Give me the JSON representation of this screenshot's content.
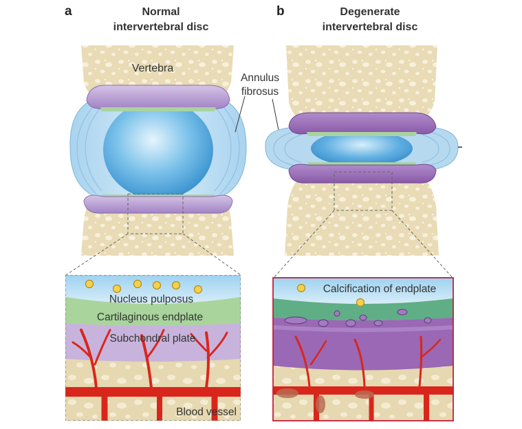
{
  "panel_a": {
    "letter": "a",
    "title_line1": "Normal",
    "title_line2": "intervertebral disc",
    "vertebra_label": "Vertebra",
    "zoom_labels": {
      "nucleus": "Nucleus pulposus",
      "endplate": "Cartilaginous endplate",
      "subchondral": "Subchondral plate",
      "vessel": "Blood vessel"
    }
  },
  "panel_b": {
    "letter": "b",
    "title_line1": "Degenerate",
    "title_line2": "intervertebral disc",
    "annulus_line1": "Annulus",
    "annulus_line2": "fibrosus",
    "calcification_label": "Calcification of endplate"
  },
  "colors": {
    "bone": "#e9dcb8",
    "bone_pore": "#f8f2de",
    "nucleus": "#4ea8dc",
    "annulus": "#b9dcf1",
    "endplate_green": "#a9d39f",
    "endplate_purple": "#b89ad0",
    "degenerate_purple": "#9a68b4",
    "vessel_red": "#d9261c",
    "border_red": "#c41e3a"
  }
}
